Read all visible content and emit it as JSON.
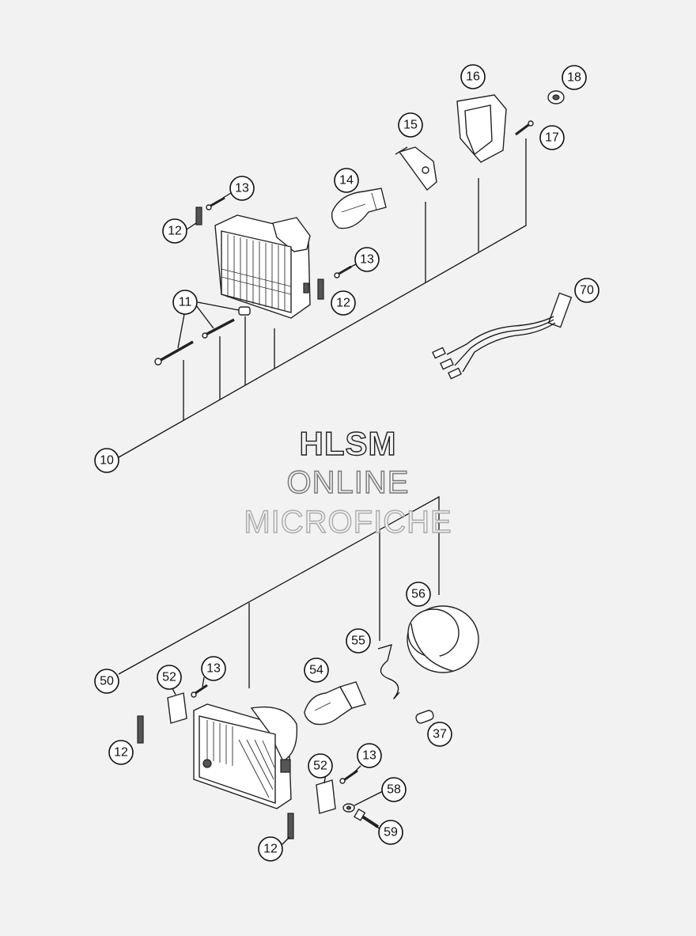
{
  "watermark": {
    "line1": "HLSM",
    "line2": "ONLINE",
    "line3": "MICROFICHE"
  },
  "callouts": {
    "c10": "10",
    "c11": "11",
    "c12a": "12",
    "c12b": "12",
    "c13a": "13",
    "c13b": "13",
    "c14": "14",
    "c15": "15",
    "c16": "16",
    "c17": "17",
    "c18": "18",
    "c70": "70",
    "c50": "50",
    "c52a": "52",
    "c52b": "52",
    "c13c": "13",
    "c13d": "13",
    "c12c": "12",
    "c12d": "12",
    "c54": "54",
    "c55": "55",
    "c56": "56",
    "c37": "37",
    "c58": "58",
    "c59": "59"
  }
}
